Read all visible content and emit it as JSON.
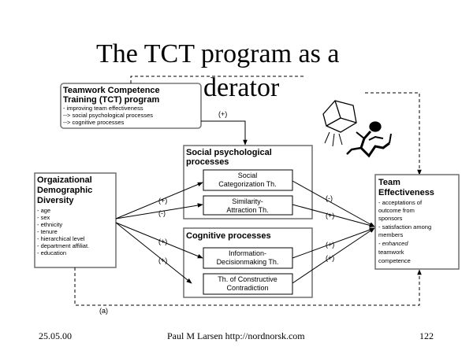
{
  "title": {
    "line1": "The TCT program as a",
    "line2": "derator"
  },
  "tct_box": {
    "title_line1": "Teamwork Competence",
    "title_line2": "Training (TCT) program",
    "items": [
      "- improving team  effectiveness",
      "--> social psychological processes",
      "--> cognitive processes"
    ]
  },
  "demographic_box": {
    "title_line1": "Orgaizational",
    "title_line2": "Demographic",
    "title_line3": "Diversity",
    "items": [
      "- age",
      "- sex",
      "- ethnicity",
      "- tenure",
      "- hierarchical level",
      "- department affiliat.",
      "- education"
    ]
  },
  "social_group": {
    "title_line1": "Social psychological",
    "title_line2": "processes",
    "box1_line1": "Social",
    "box1_line2": "Categorization Th.",
    "box2_line1": "Similarity-",
    "box2_line2": "Attraction Th."
  },
  "cognitive_group": {
    "title": "Cognitive processes",
    "box1_line1": "Information-",
    "box1_line2": "Decisionmaking Th.",
    "box2_line1": "Th. of Constructive",
    "box2_line2": "Contradiction"
  },
  "team_box": {
    "title_line1": "Team",
    "title_line2": "Effectiveness",
    "items": [
      "- acceptations of",
      "outcome from",
      "sponsors",
      "- satisfaction among",
      "members",
      "- enhanced",
      "teamwork",
      "competence"
    ]
  },
  "signs": {
    "tct_to_social": "(+)",
    "demo_to_social_1": "(+)",
    "demo_to_social_2": "(-)",
    "demo_to_cognitive_1": "(+)",
    "demo_to_cognitive_2": "(+)",
    "social_to_team_1": "(-)",
    "social_to_team_2": "(+)",
    "cognitive_to_team_1": "(+)",
    "cognitive_to_team_2": "(+)",
    "demo_to_team": "(a)"
  },
  "footer": {
    "date": "25.05.00",
    "author": "Paul M Larsen    http://nordnorsk.com",
    "page": "122"
  }
}
